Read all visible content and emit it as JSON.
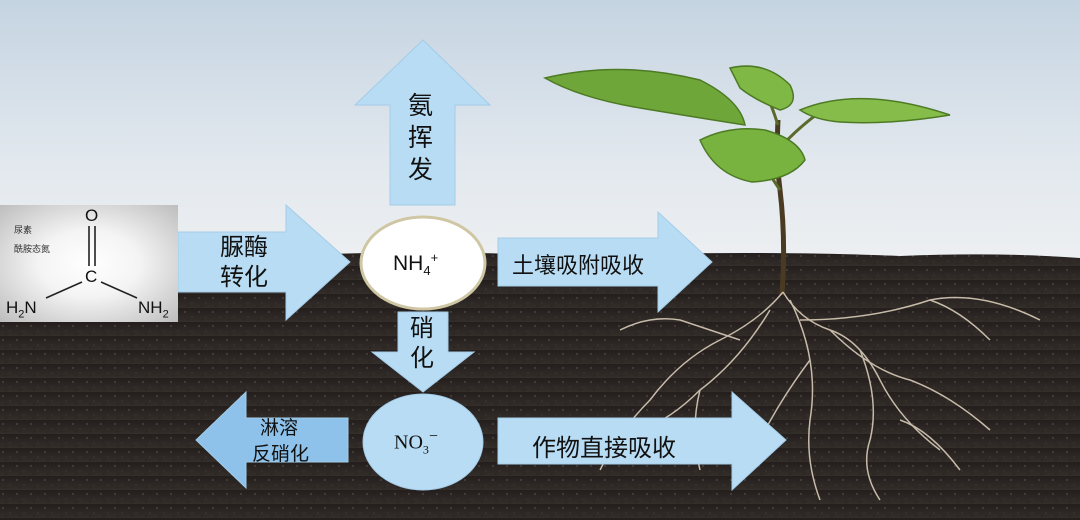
{
  "urea_box": {
    "line1": "尿素",
    "line2": "酰胺态氮",
    "atom_o": "O",
    "atom_c": "C",
    "atom_n_left": "H",
    "atom_n_left_sub": "2",
    "atom_n_left_tail": "N",
    "atom_n_right": "NH",
    "atom_n_right_sub": "2"
  },
  "arrows": {
    "urease": [
      "脲酶",
      "转化"
    ],
    "volatilize": [
      "氨",
      "挥",
      "发"
    ],
    "soil_adsorb": "土壤吸附吸收",
    "nitrify": [
      "硝",
      "化"
    ],
    "leach": [
      "淋溶",
      "反硝化"
    ],
    "crop_absorb": "作物直接吸收"
  },
  "nodes": {
    "ammonium_base": "NH",
    "ammonium_sub": "4",
    "ammonium_sup": "+",
    "nitrate_base": "NO",
    "nitrate_sub": "3",
    "nitrate_sup": "−"
  },
  "colors": {
    "arrow": "#b8dcf4",
    "arrow_dark": "#6fb0e0",
    "soil": "#2b2624",
    "sky_top": "#c9d8e6"
  }
}
